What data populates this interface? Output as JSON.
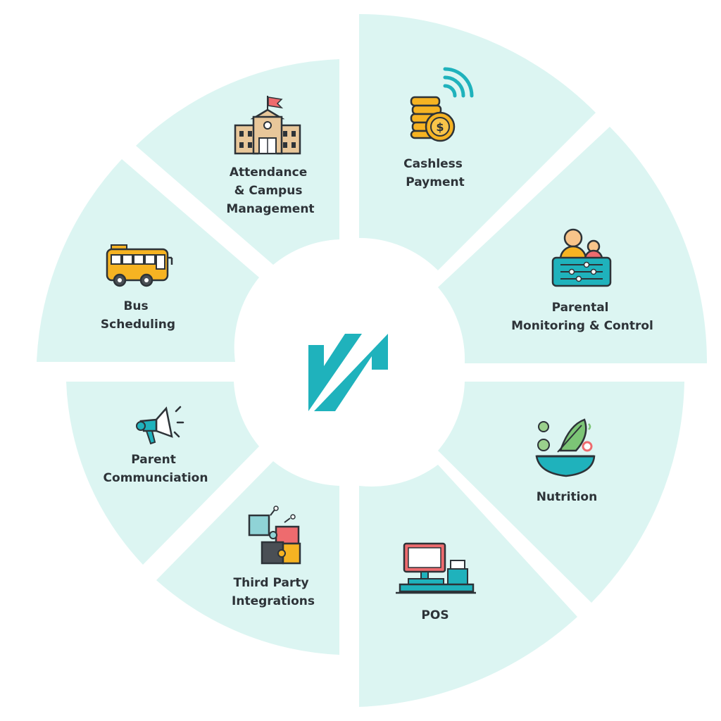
{
  "diagram": {
    "segments": [
      {
        "id": "cashless-payment",
        "lines": [
          "Cashless",
          "Payment"
        ],
        "icon": "coins-wifi-icon"
      },
      {
        "id": "parental-monitoring",
        "lines": [
          "Parental",
          "Monitoring & Control"
        ],
        "icon": "parent-dashboard-icon"
      },
      {
        "id": "nutrition",
        "lines": [
          "Nutrition"
        ],
        "icon": "salad-bowl-icon"
      },
      {
        "id": "pos",
        "lines": [
          "POS"
        ],
        "icon": "pos-terminal-icon"
      },
      {
        "id": "third-party",
        "lines": [
          "Third Party",
          "Integrations"
        ],
        "icon": "puzzle-icon"
      },
      {
        "id": "parent-communication",
        "lines": [
          "Parent",
          "Communciation"
        ],
        "icon": "megaphone-icon"
      },
      {
        "id": "bus-scheduling",
        "lines": [
          "Bus",
          "Scheduling"
        ],
        "icon": "bus-icon"
      },
      {
        "id": "attendance",
        "lines": [
          "Attendance",
          "& Campus",
          "Management"
        ],
        "icon": "school-building-icon"
      }
    ],
    "center_logo": "brand-logo-icon",
    "colors": {
      "segment_fill": "#dcf5f2",
      "accent_teal": "#1fb2bc",
      "text": "#2d3338",
      "outline": "#2d3338",
      "yellow": "#f6b322",
      "coral": "#ee6b6e"
    }
  }
}
